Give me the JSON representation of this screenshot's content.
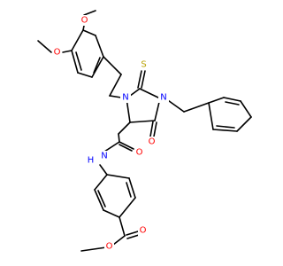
{
  "molecule": {
    "atoms": {
      "o_methoxy_top": "O",
      "o_methoxy_left": "O",
      "n_ring_left": "N",
      "n_ring_right": "N",
      "s_thione": "S",
      "o_ring_carbonyl": "O",
      "o_amide": "O",
      "n_amide": "N",
      "h_amide": "H",
      "o_ester_carbonyl": "O",
      "o_ester": "O"
    },
    "colors": {
      "bond": "#000000",
      "oxygen": "#ff0000",
      "nitrogen": "#0000ff",
      "sulfur": "#b8a000",
      "background": "#ffffff"
    }
  }
}
